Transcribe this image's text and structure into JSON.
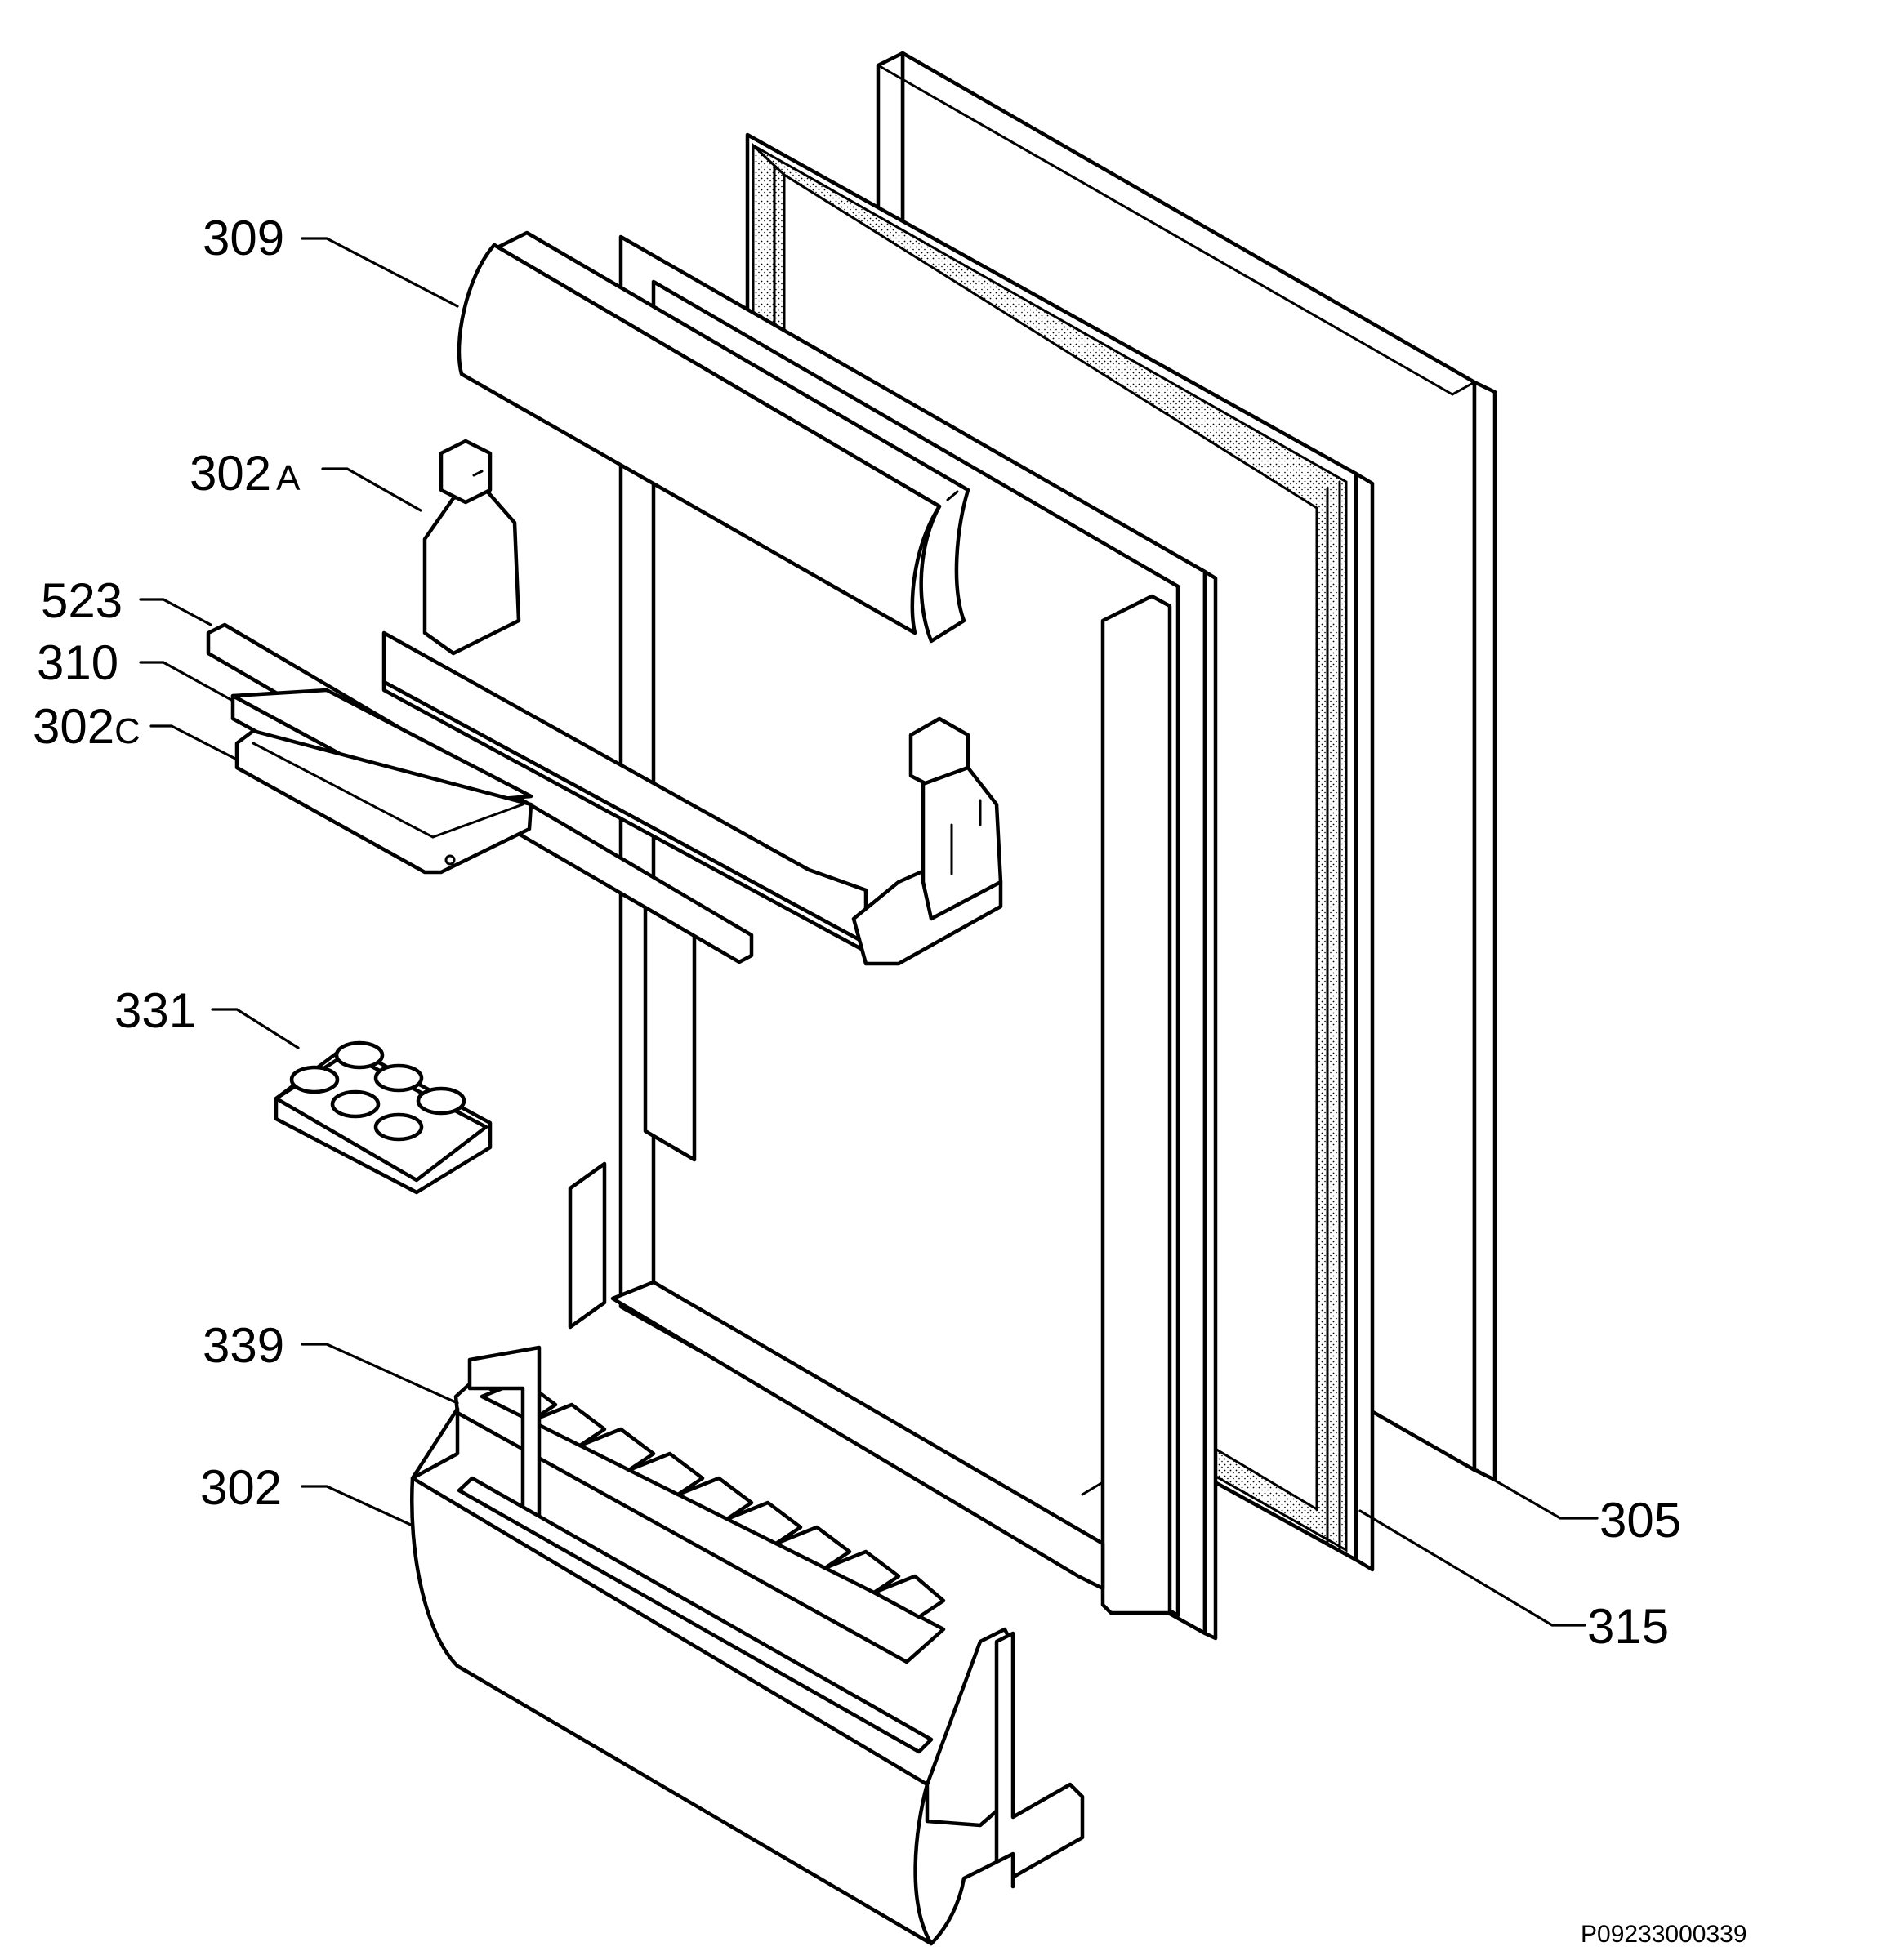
{
  "diagram": {
    "reference_code": "P09233000339",
    "callouts": [
      {
        "id": "309",
        "number": "309",
        "suffix": ""
      },
      {
        "id": "302a",
        "number": "302",
        "suffix": "A"
      },
      {
        "id": "523",
        "number": "523",
        "suffix": ""
      },
      {
        "id": "310",
        "number": "310",
        "suffix": ""
      },
      {
        "id": "302c",
        "number": "302",
        "suffix": "C"
      },
      {
        "id": "331",
        "number": "331",
        "suffix": ""
      },
      {
        "id": "339",
        "number": "339",
        "suffix": ""
      },
      {
        "id": "302",
        "number": "302",
        "suffix": ""
      },
      {
        "id": "305",
        "number": "305",
        "suffix": ""
      },
      {
        "id": "315",
        "number": "315",
        "suffix": ""
      }
    ]
  }
}
